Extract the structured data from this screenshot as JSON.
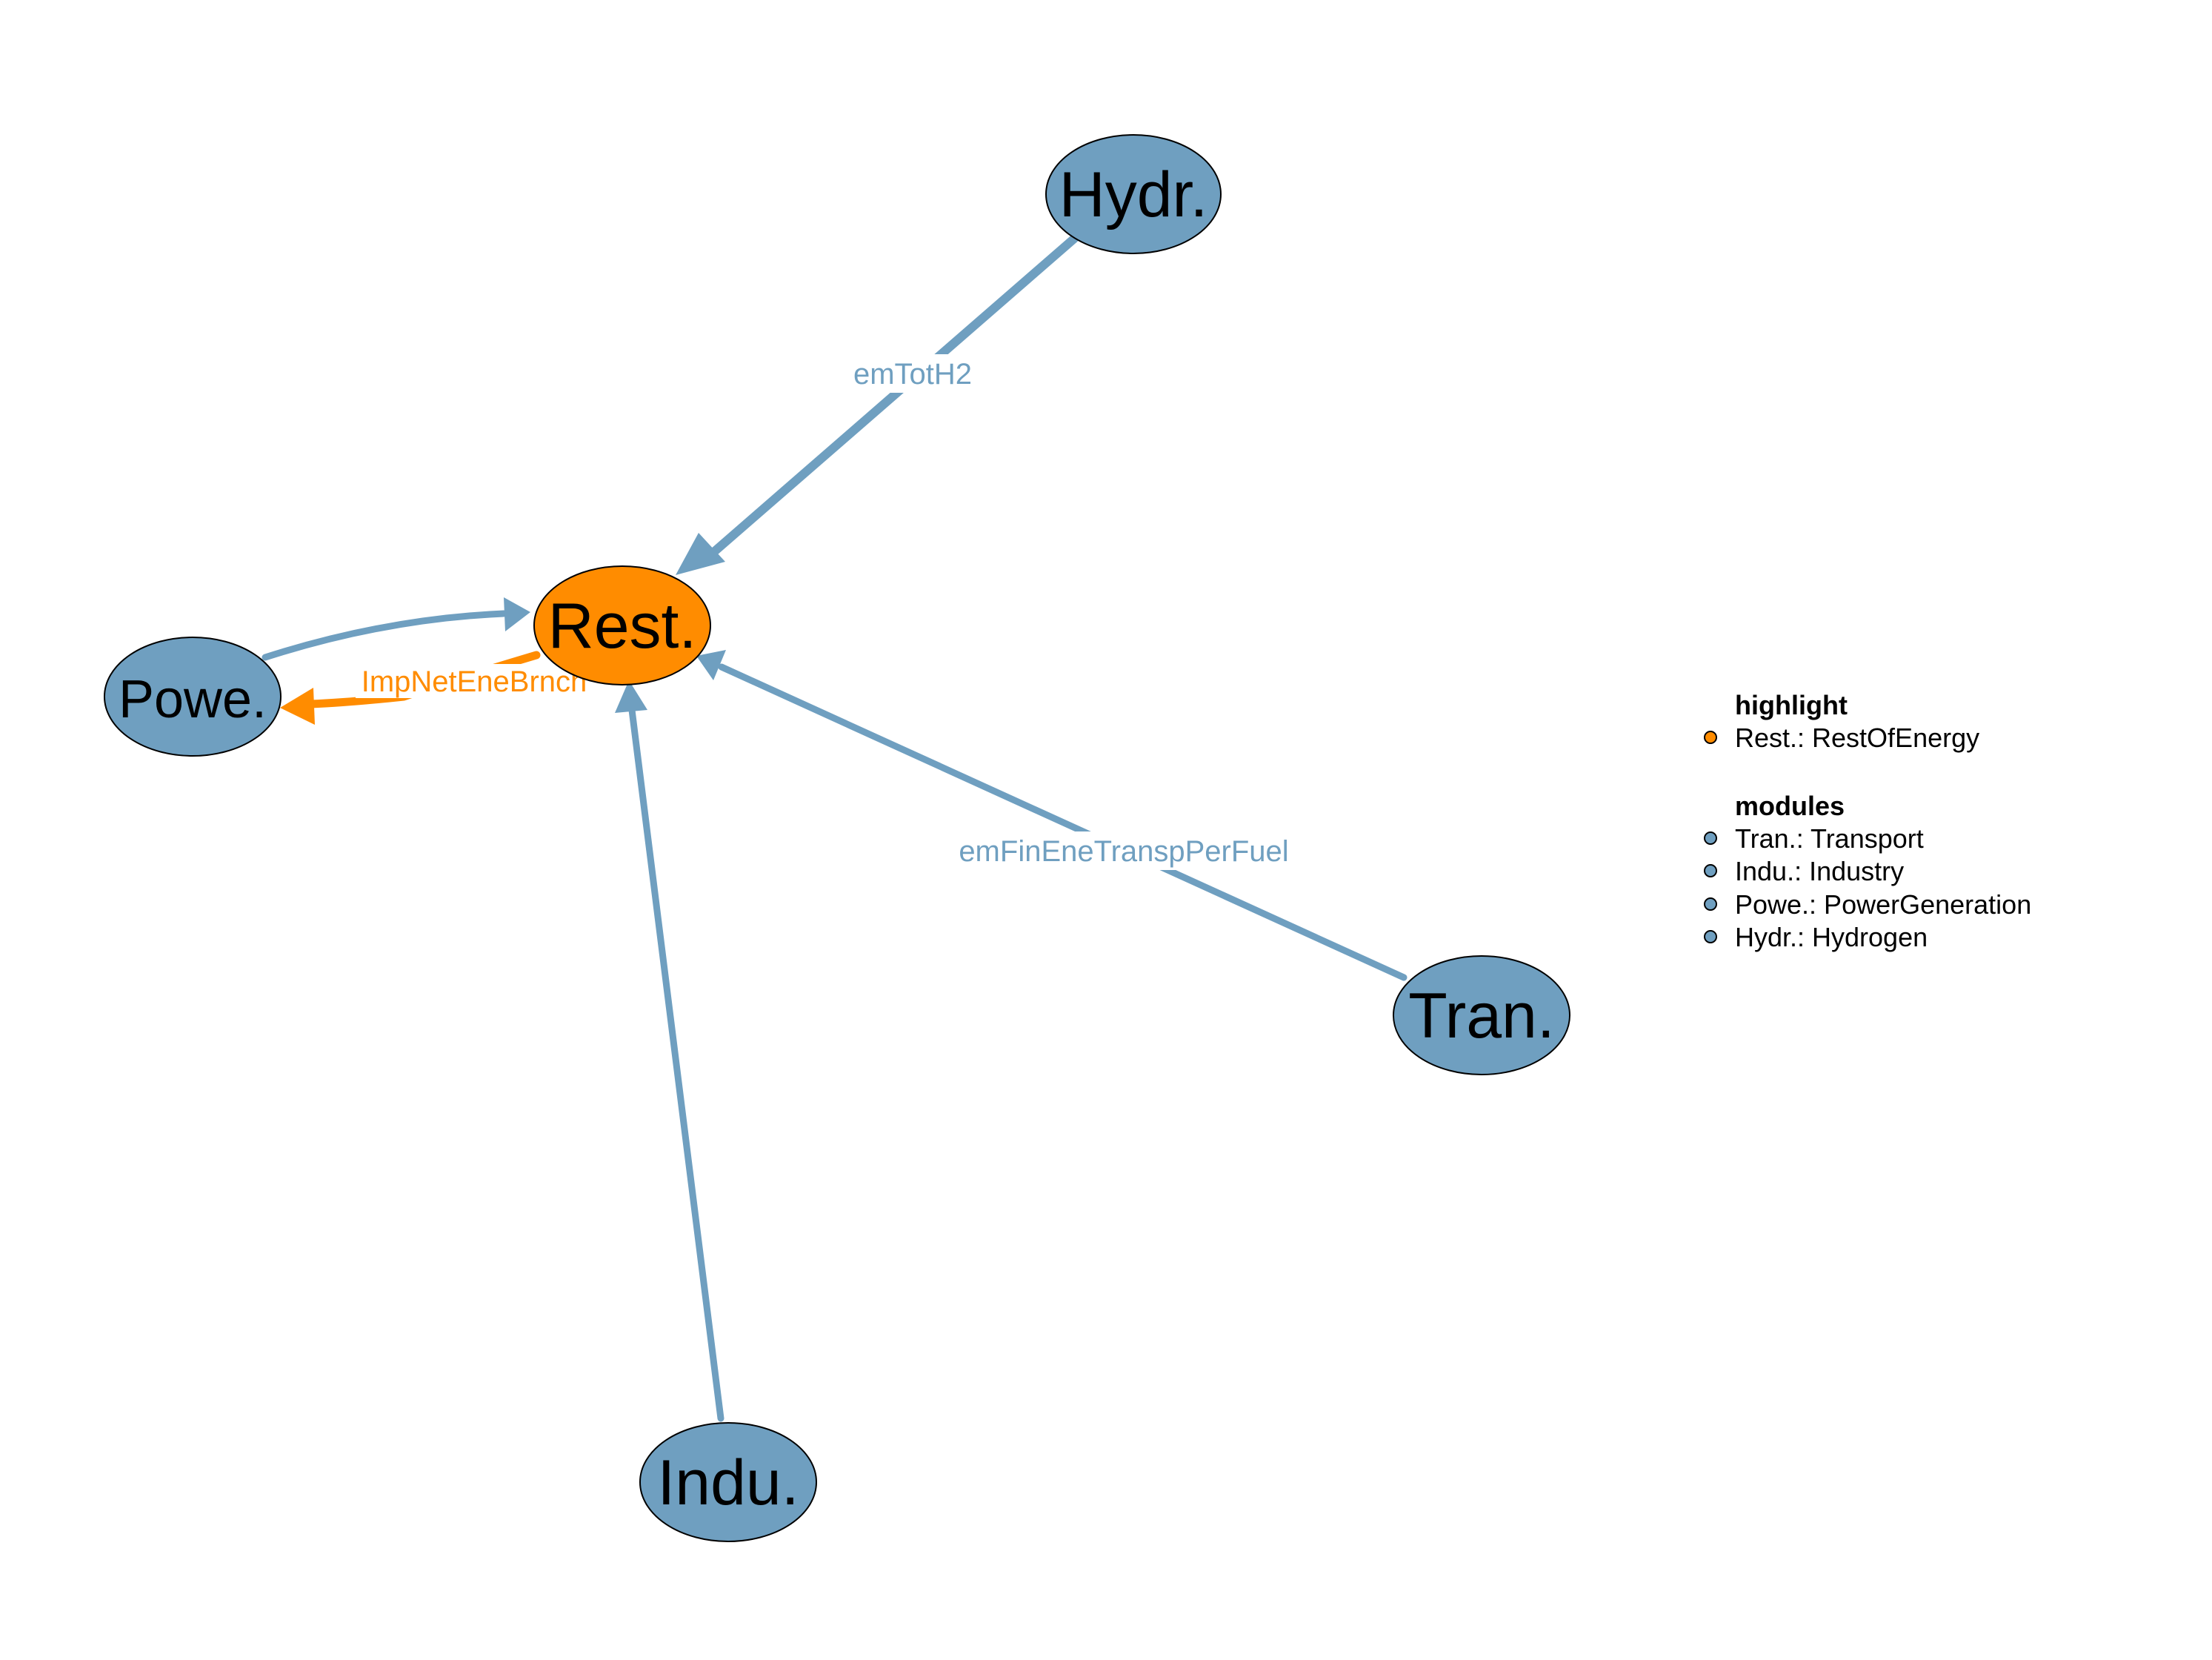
{
  "colors": {
    "module": "#6f9fc0",
    "highlight": "#ff8c00",
    "node_stroke": "#000000",
    "background": "#ffffff"
  },
  "nodes": {
    "hydr": {
      "label": "Hydr."
    },
    "rest": {
      "label": "Rest."
    },
    "powe": {
      "label": "Powe."
    },
    "tran": {
      "label": "Tran."
    },
    "indu": {
      "label": "Indu."
    }
  },
  "edges": {
    "hydr_rest": {
      "label": "emTotH2"
    },
    "tran_rest": {
      "label": "emFinEneTranspPerFuel"
    },
    "rest_powe": {
      "label": "ImpNetEneBrnch"
    }
  },
  "legend": {
    "highlight": {
      "title": "highlight",
      "items": [
        "Rest.: RestOfEnergy"
      ]
    },
    "modules": {
      "title": "modules",
      "items": [
        "Tran.: Transport",
        "Indu.: Industry",
        "Powe.: PowerGeneration",
        "Hydr.: Hydrogen"
      ]
    }
  }
}
